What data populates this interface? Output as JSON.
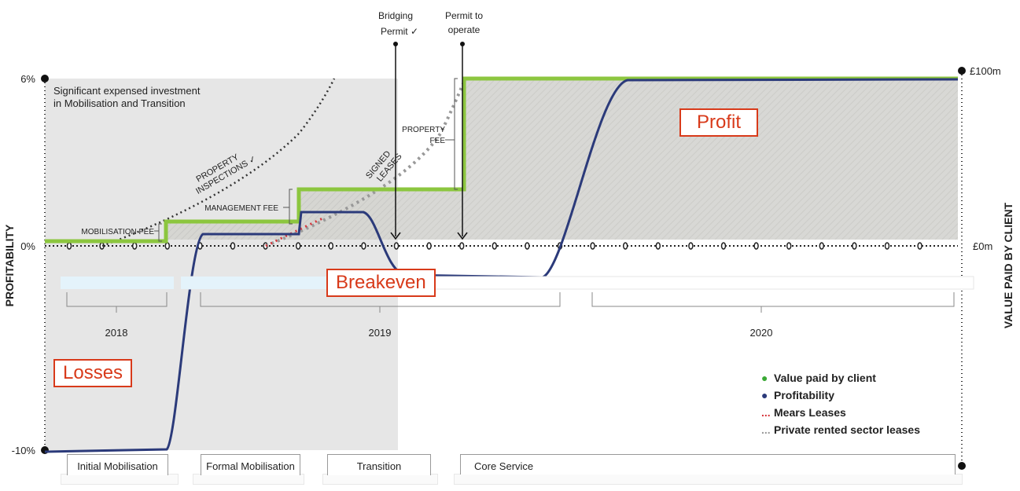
{
  "chart_data": {
    "type": "line",
    "y_axis_left": {
      "label": "PROFITABILITY",
      "ticks": [
        "6%",
        "0%",
        "-10%"
      ],
      "range": [
        -10,
        6
      ],
      "unit": "%"
    },
    "y_axis_right": {
      "label": "VALUE PAID BY CLIENT",
      "ticks": [
        "£100m",
        "£0m"
      ]
    },
    "years": [
      "2018",
      "2019",
      "2020"
    ],
    "milestones": [
      {
        "label_line1": "Bridging",
        "label_line2": "Permit ✓"
      },
      {
        "label_line1": "Permit to",
        "label_line2": "operate"
      }
    ],
    "annotations": {
      "investment_line1": "Significant expensed investment",
      "investment_line2": "in Mobilisation and Transition",
      "property_inspections_line1": "PROPERTY",
      "property_inspections_line2": "INSPECTIONS ✓",
      "signed_leases_line1": "SIGNED",
      "signed_leases_line2": "LEASES",
      "mobilisation_fee": "MOBILISATION FEE",
      "management_fee": "MANAGEMENT FEE",
      "property_fee_line1": "PROPERTY",
      "property_fee_line2": "FEE"
    },
    "callouts": {
      "profit": "Profit",
      "breakeven": "Breakeven",
      "losses": "Losses"
    },
    "phases": [
      "Initial Mobilisation",
      "Formal Mobilisation",
      "Transition",
      "Core Service"
    ],
    "series": [
      {
        "name": "Value paid by client",
        "color": "#8cc63f",
        "type": "step"
      },
      {
        "name": "Profitability",
        "color": "#2b3a7a",
        "type": "curve",
        "values_percent": [
          -10,
          -9.9,
          0.6,
          0.6,
          1.7,
          1.7,
          -1.4,
          -1.5,
          -1.5,
          6,
          6
        ]
      },
      {
        "name": "Mears Leases",
        "color": "#d6343a",
        "type": "dotted"
      },
      {
        "name": "Private rented sector leases",
        "color": "#999999",
        "type": "dotted"
      }
    ],
    "legend": {
      "position": "bottom-right",
      "items": [
        {
          "label": "Value paid by client",
          "marker": "●",
          "color": "#3aa935"
        },
        {
          "label": "Profitability",
          "marker": "●",
          "color": "#2b3a7a"
        },
        {
          "label": "Mears Leases",
          "marker": "...",
          "color": "#d6343a"
        },
        {
          "label": "Private rented sector leases",
          "marker": "...",
          "color": "#999999"
        }
      ]
    }
  }
}
